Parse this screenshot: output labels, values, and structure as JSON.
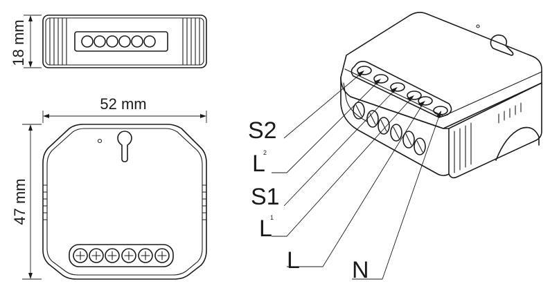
{
  "dimensions": {
    "height": "18 mm",
    "width": "52 mm",
    "depth": "47 mm"
  },
  "terminals": {
    "s2": {
      "main": "S2",
      "sub": ""
    },
    "l2": {
      "main": "L",
      "sub": "2"
    },
    "s1": {
      "main": "S1",
      "sub": ""
    },
    "l1": {
      "main": "L",
      "sub": "1"
    },
    "l": {
      "main": "L",
      "sub": ""
    },
    "n": {
      "main": "N",
      "sub": ""
    }
  }
}
